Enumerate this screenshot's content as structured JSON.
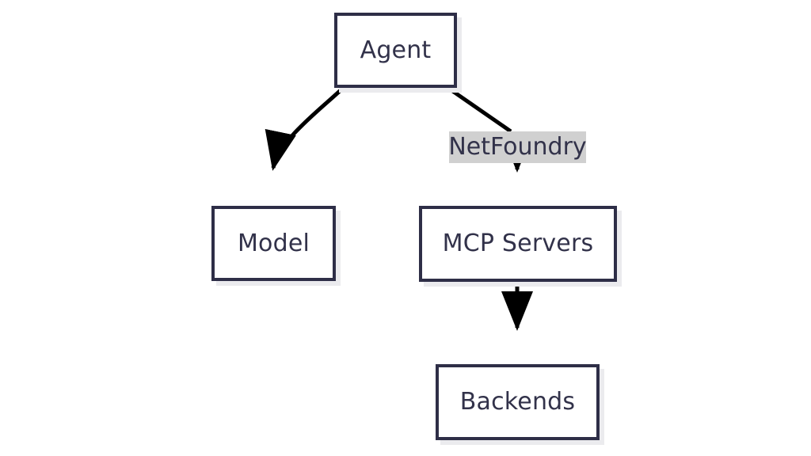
{
  "diagram": {
    "type": "flowchart",
    "direction": "top-down",
    "background_color": "#ffffff",
    "node_border_color": "#2e2e47",
    "node_fill_color": "#ffffff",
    "text_color": "#32324a",
    "edge_color": "#000000",
    "edge_label_background": "#d0d0d0",
    "nodes": [
      {
        "id": "agent",
        "label": "Agent"
      },
      {
        "id": "model",
        "label": "Model"
      },
      {
        "id": "mcp",
        "label": "MCP Servers"
      },
      {
        "id": "backends",
        "label": "Backends"
      }
    ],
    "edges": [
      {
        "from": "agent",
        "to": "model",
        "label": "",
        "style": "curved-arrow"
      },
      {
        "from": "agent",
        "to": "mcp",
        "label": "NetFoundry",
        "style": "straight-arrow"
      },
      {
        "from": "mcp",
        "to": "backends",
        "label": "",
        "style": "straight-arrow"
      }
    ]
  }
}
